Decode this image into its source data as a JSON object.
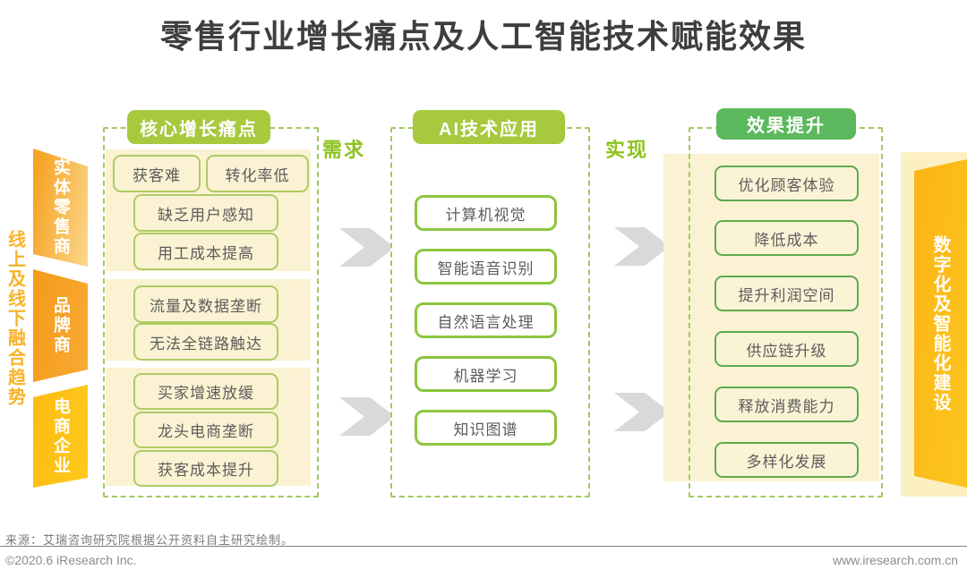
{
  "title": "零售行业增长痛点及人工智能技术赋能效果",
  "sidebar": {
    "trend_label": "线上及线下融合趋势",
    "segments": [
      {
        "label": "实体零售商"
      },
      {
        "label": "品牌商"
      },
      {
        "label": "电商企业"
      }
    ]
  },
  "columns": [
    {
      "header": "核心增长痛点",
      "groups": [
        {
          "items": [
            "获客难",
            "转化率低",
            "缺乏用户感知",
            "用工成本提高"
          ]
        },
        {
          "items": [
            "流量及数据垄断",
            "无法全链路触达"
          ]
        },
        {
          "items": [
            "买家增速放缓",
            "龙头电商垄断",
            "获客成本提升"
          ]
        }
      ]
    },
    {
      "header": "AI技术应用",
      "items": [
        "计算机视觉",
        "智能语音识别",
        "自然语言处理",
        "机器学习",
        "知识图谱"
      ]
    },
    {
      "header": "效果提升",
      "items": [
        "优化顾客体验",
        "降低成本",
        "提升利润空间",
        "供应链升级",
        "释放消费能力",
        "多样化发展"
      ]
    }
  ],
  "connectors": [
    {
      "label": "需求"
    },
    {
      "label": "实现"
    }
  ],
  "right_banner": {
    "label": "数字化及智能化建设"
  },
  "footer": {
    "source": "来源：艾瑞咨询研究院根据公开资料自主研究绘制。",
    "copyright": "©2020.6 iResearch Inc.",
    "website": "www.iresearch.com.cn"
  },
  "colors": {
    "pill_lime": "#a6c93e",
    "pill_green": "#5cb85c",
    "dashed_border": "#a2c95e",
    "cream_panel": "#faf2d2",
    "item_border_lime": "#aecb64",
    "item_border_bright": "#8cc63f",
    "item_border_green": "#5fa94f",
    "connector_label": "#8dc21f",
    "chevron_gray": "#d9d9d9",
    "ribbon_orange_light": "#f6a426",
    "ribbon_orange_dark": "#f59a1b",
    "ribbon_yellow": "#fdbb12",
    "trend_text": "#f7b32a",
    "title_text": "#3e3e3e"
  }
}
